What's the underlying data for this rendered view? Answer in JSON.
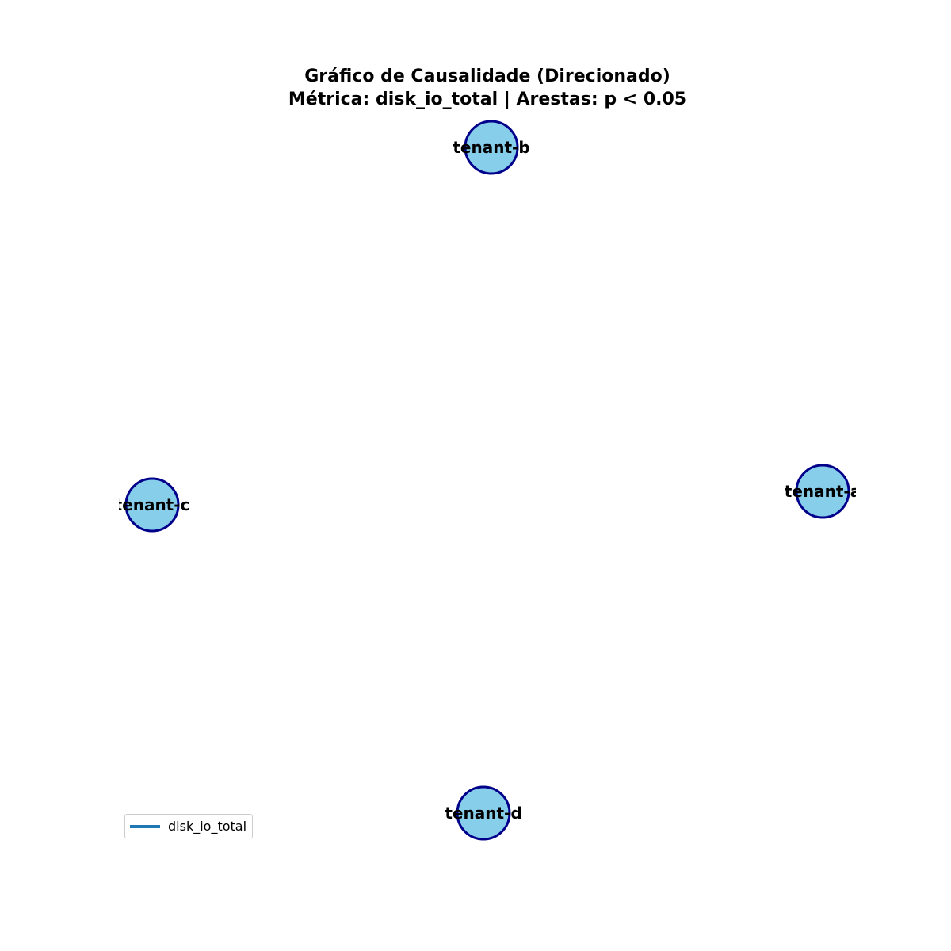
{
  "title": {
    "line1": "Gráfico de Causalidade (Direcionado)",
    "line2": "Métrica: disk_io_total | Arestas: p < 0.05"
  },
  "colors": {
    "node_fill": "#87ceeb",
    "node_stroke": "#00008b",
    "edge": "#1f77b4"
  },
  "nodes": [
    {
      "id": "tenant-b",
      "label": "tenant-b"
    },
    {
      "id": "tenant-c",
      "label": "tenant-c"
    },
    {
      "id": "tenant-a",
      "label": "tenant-a"
    },
    {
      "id": "tenant-d",
      "label": "tenant-d"
    }
  ],
  "edges": [],
  "legend": {
    "label": "disk_io_total"
  }
}
